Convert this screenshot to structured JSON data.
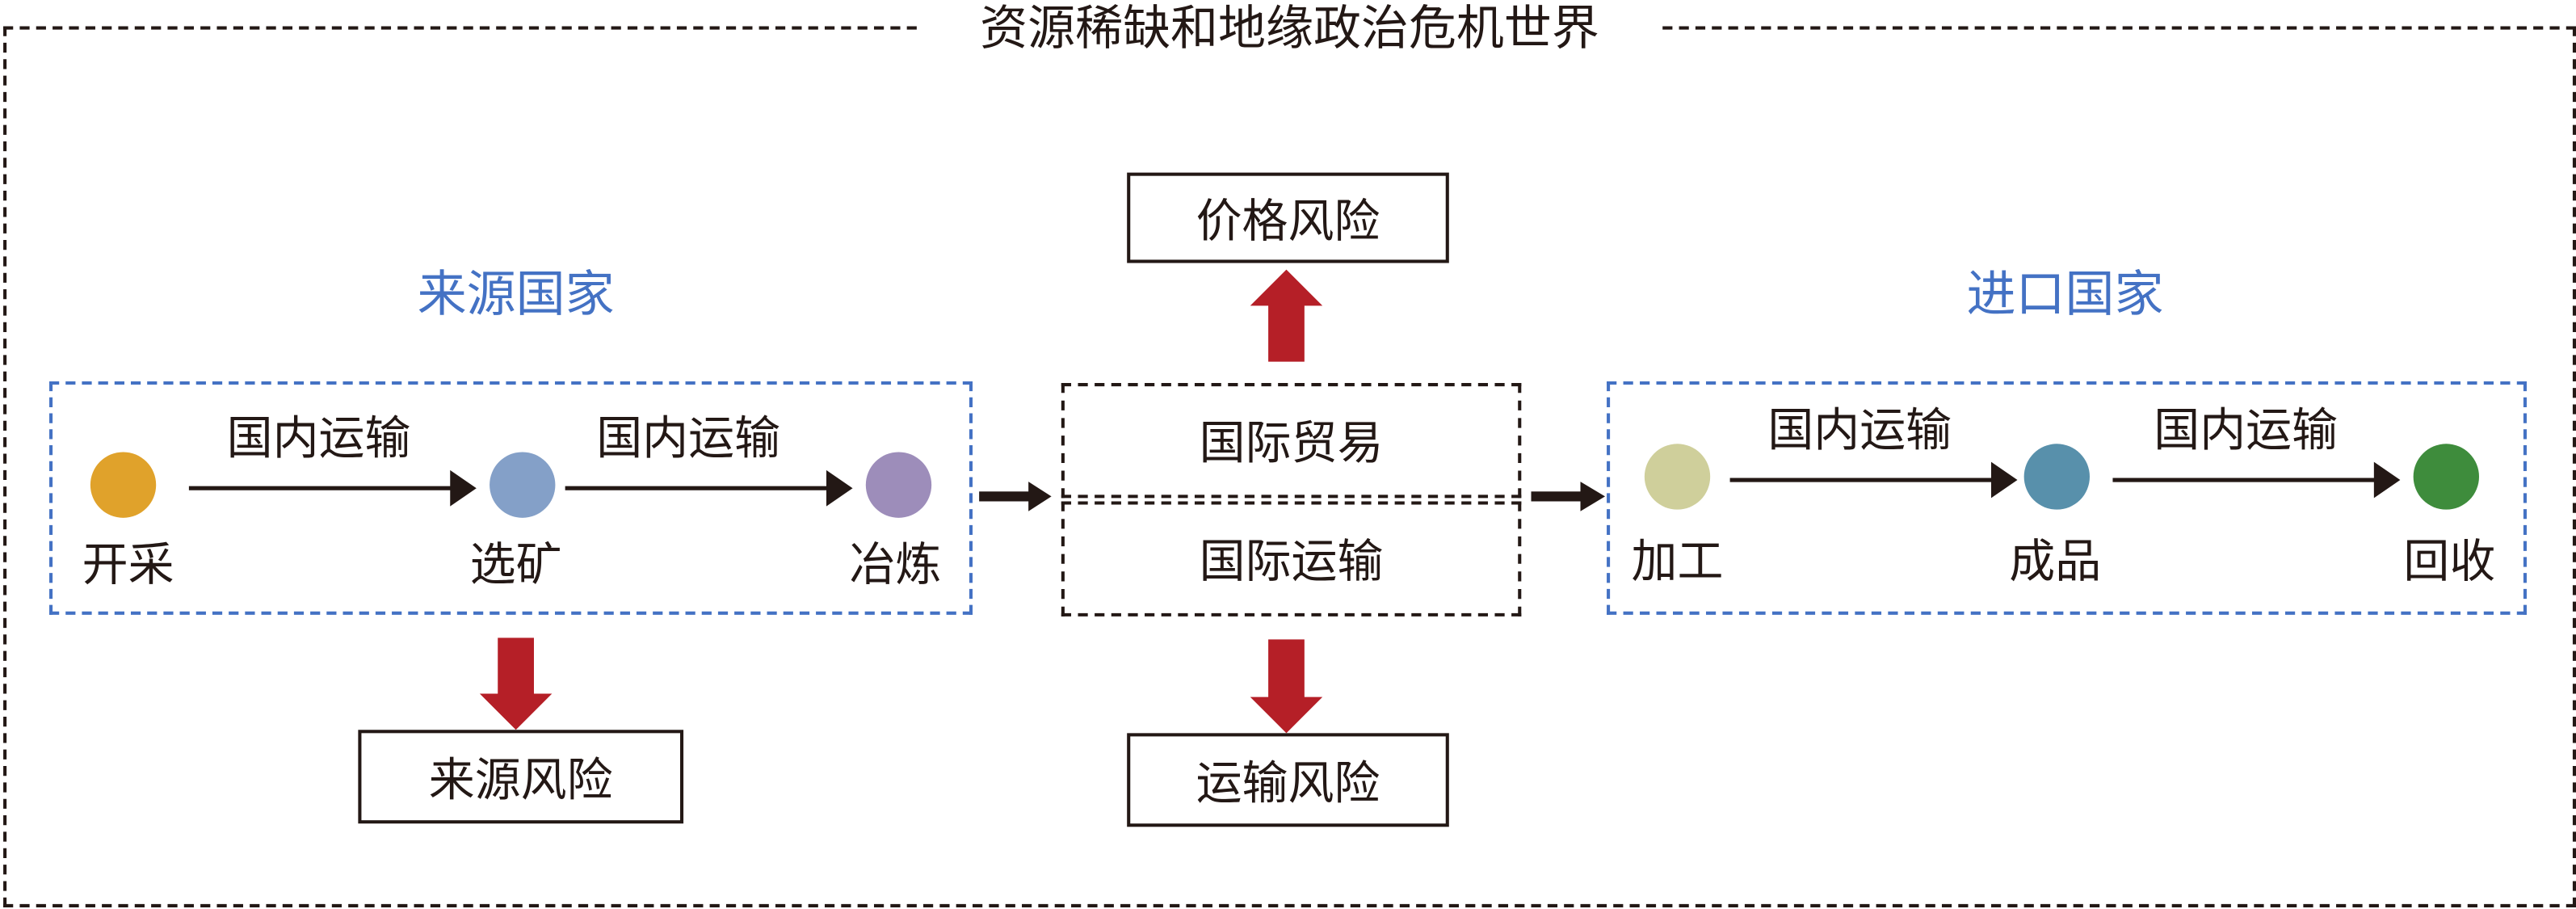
{
  "title": "资源稀缺和地缘政治危机世界",
  "source_country": {
    "label": "来源国家",
    "stages": [
      {
        "label": "开采",
        "color": "#e0a22b"
      },
      {
        "label": "选矿",
        "color": "#84a0c8"
      },
      {
        "label": "冶炼",
        "color": "#9d8dba"
      }
    ],
    "edges": [
      "国内运输",
      "国内运输"
    ],
    "risk": "来源风险"
  },
  "international": {
    "trade": "国际贸易",
    "transport": "国际运输",
    "price_risk": "价格风险",
    "transport_risk": "运输风险"
  },
  "import_country": {
    "label": "进口国家",
    "stages": [
      {
        "label": "加工",
        "color": "#cfcf9b"
      },
      {
        "label": "成品",
        "color": "#5890ab"
      },
      {
        "label": "回收",
        "color": "#3e8c3c"
      }
    ],
    "edges": [
      "国内运输",
      "国内运输"
    ]
  },
  "colors": {
    "region_accent": "#4472c4",
    "risk_arrow": "#b51f27",
    "ink": "#231815"
  }
}
